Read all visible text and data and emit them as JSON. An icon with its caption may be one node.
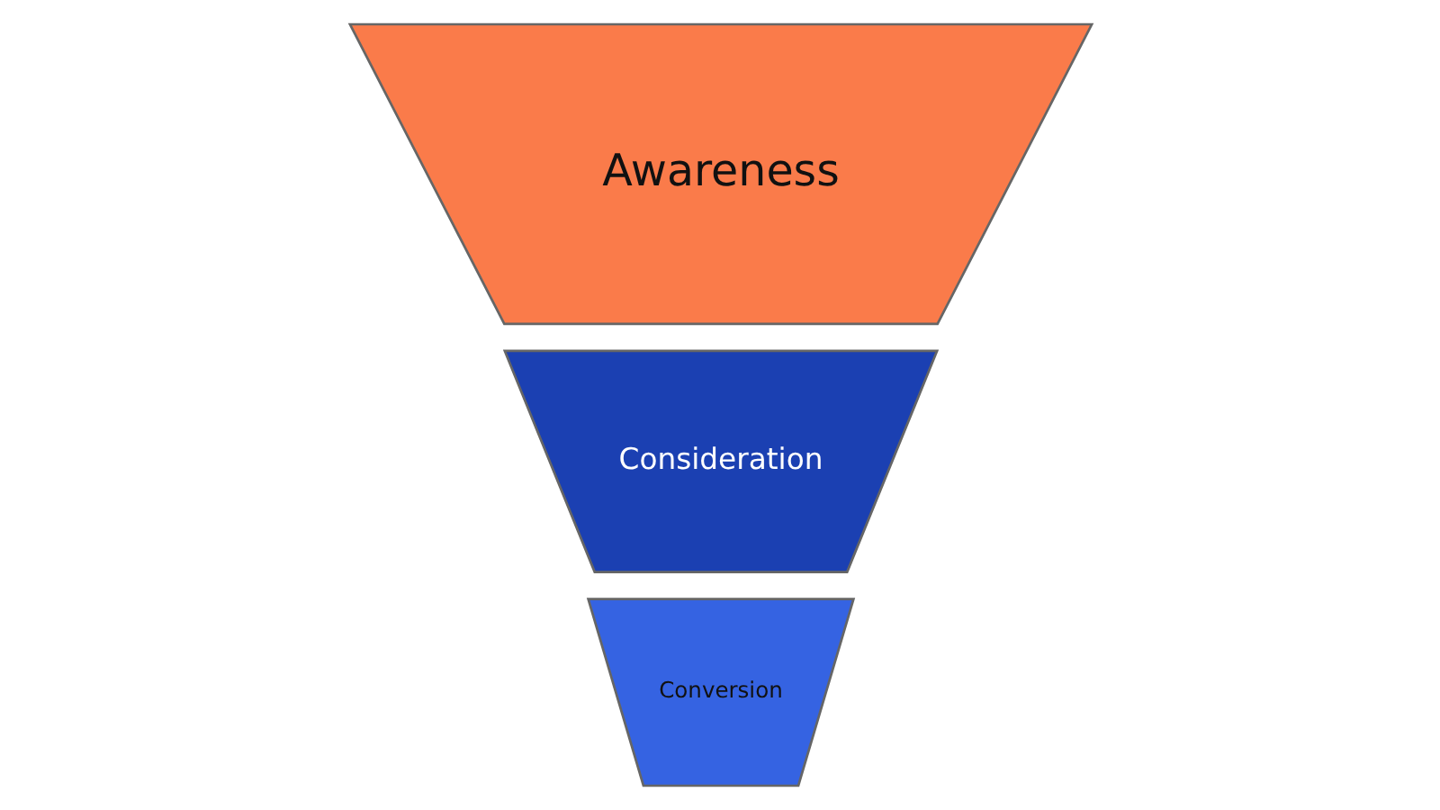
{
  "diagram": {
    "nodes": [
      {
        "text": [
          "Awareness"
        ]
      },
      {
        "text": [
          "Consideration"
        ]
      },
      {
        "text": [
          "Conversion"
        ]
      }
    ]
  }
}
